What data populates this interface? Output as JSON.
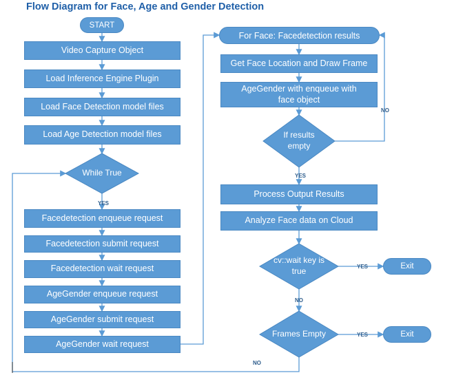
{
  "title": "Flow Diagram for Face, Age and Gender Detection",
  "left_column": {
    "start": "START",
    "steps": [
      "Video Capture Object",
      "Load Inference Engine Plugin",
      "Load Face Detection model files",
      "Load Age Detection model files"
    ],
    "loop_decision": "While True",
    "requests": [
      "Facedetection enqueue request",
      "Facedetection submit request",
      "Facedetection wait request",
      "AgeGender enqueue request",
      "AgeGender submit request",
      "AgeGender wait request"
    ]
  },
  "right_column": {
    "face_loop": "For Face: Facedetection results",
    "steps": [
      "Get Face Location and Draw Frame",
      "AgeGender with enqueue with face object"
    ],
    "results_decision": "If results empty",
    "post_steps": [
      "Process Output Results",
      "Analyze Face data on Cloud"
    ],
    "waitkey_decision": "cv::wait key is true",
    "frames_decision": "Frames Empty",
    "exit": "Exit"
  },
  "edge_labels": {
    "yes": "YES",
    "no": "NO"
  },
  "colors": {
    "box_fill": "#5b9bd5",
    "box_border": "#4a88c2",
    "line": "#5b9bd5",
    "title": "#1f5fa8",
    "label": "#2e5d8c"
  }
}
